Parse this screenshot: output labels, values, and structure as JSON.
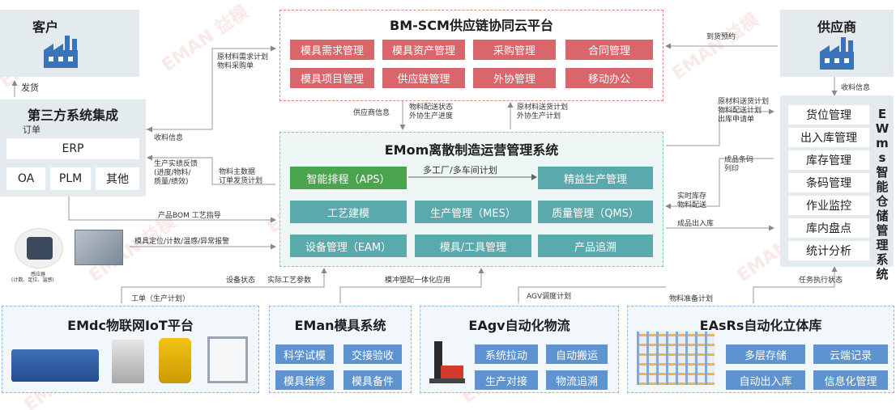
{
  "customer": {
    "title": "客户"
  },
  "supplier": {
    "title": "供应商"
  },
  "third_party": {
    "title": "第三方系统集成",
    "erp": "ERP",
    "oa": "OA",
    "plm": "PLM",
    "other": "其他"
  },
  "scm": {
    "title": "BM-SCM供应链协同云平台",
    "items": [
      "模具需求管理",
      "模具资产管理",
      "采购管理",
      "合同管理",
      "模具项目管理",
      "供应链管理",
      "外协管理",
      "移动办公"
    ]
  },
  "emom": {
    "title": "EMom离散制造运营管理系统",
    "aps": "智能排程（APS）",
    "aps_arrow_label": "多工厂/多车间计划",
    "lean": "精益生产管理",
    "process": "工艺建模",
    "mes": "生产管理（MES）",
    "qms": "质量管理（QMS）",
    "eam": "设备管理（EAM）",
    "mould": "模具/工具管理",
    "trace": "产品追溯"
  },
  "ewms": {
    "title": "EWms智能仓储管理系统",
    "items": [
      "货位管理",
      "出入库管理",
      "库存管理",
      "条码管理",
      "作业监控",
      "库内盘点",
      "统计分析"
    ]
  },
  "emdc": {
    "title": "EMdc物联网IoT平台"
  },
  "eman": {
    "title": "EMan模具系统",
    "items": [
      "科学试模",
      "交接验收",
      "模具维修",
      "模具备件"
    ]
  },
  "eagv": {
    "title": "EAgv自动化物流",
    "items": [
      "系统拉动",
      "自动搬运",
      "生产对接",
      "物流追溯"
    ]
  },
  "easrs": {
    "title": "EAsRs自动化立体库",
    "items": [
      "多层存储",
      "云端记录",
      "自动出入库",
      "信息化管理"
    ]
  },
  "labels": {
    "delivery": "发货",
    "order": "订单",
    "raw_demand_1": "原材料需求计划",
    "raw_demand_2": "物料采购单",
    "receive_info_left": "收料信息",
    "supplier_info": "供应商信息",
    "material_status_1": "物料配送状态",
    "material_status_2": "外协生产进度",
    "raw_delivery_1": "原材料送货计划",
    "raw_delivery_2": "外协生产计划",
    "arrival": "到货预约",
    "receive_info_right": "收料信息",
    "feedback_1": "生产实绩反馈",
    "feedback_2": "(进度/物料/",
    "feedback_3": "质量/绩效)",
    "master_1": "物料主数据",
    "master_2": "订单发货计划",
    "bom": "产品BOM 工艺指导",
    "mould_pos": "模具定位/计数/温感/异常报警",
    "sensor_caption": "(计数、定位、温感)",
    "sensor_name": "感应器",
    "wms_in_1": "原材料送货计划",
    "wms_in_2": "物料配送计划",
    "wms_in_3": "出库申请单",
    "barcode_1": "成品条码",
    "barcode_2": "列印",
    "realtime_1": "实时库存",
    "realtime_2": "物料配送",
    "finished_io": "成品出入库",
    "device_status": "设备状态",
    "process_params": "实际工艺参数",
    "work_order": "工单（生产计划）",
    "mould_injection": "模冲塑配一体化应用",
    "agv_plan": "AGV调度计划",
    "material_prep": "物料准备计划",
    "task_status": "任务执行状态"
  },
  "watermark": "EMAN 益模",
  "colors": {
    "red": "#d9666b",
    "teal": "#5aa9ad",
    "green": "#4aa34d",
    "blue": "#5d93cf",
    "panel": "#e4ebef"
  }
}
